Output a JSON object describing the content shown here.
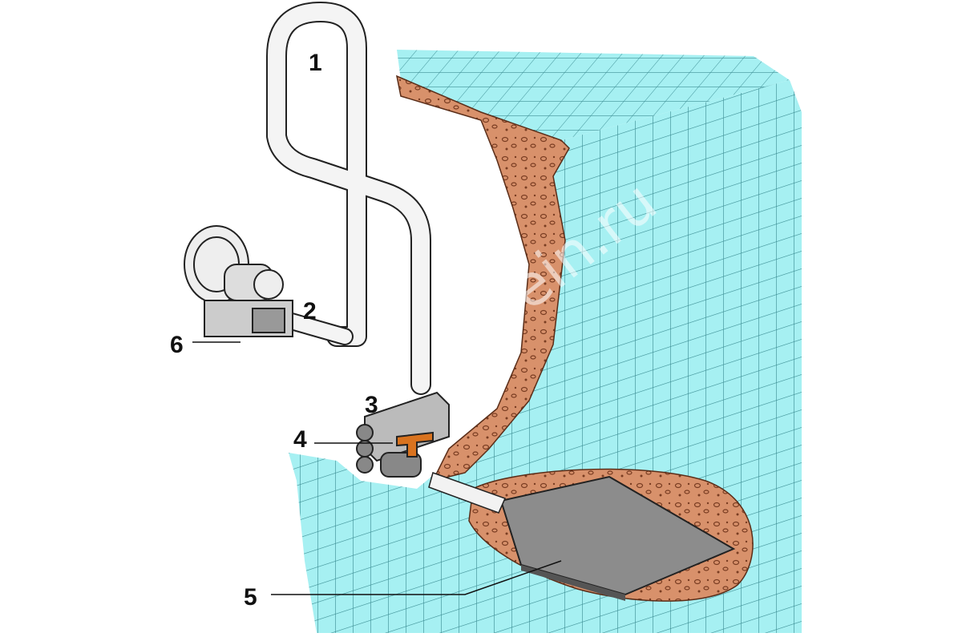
{
  "diagram": {
    "labels": {
      "pipe": "1",
      "connector": "2",
      "valve_box": "3",
      "valve_handle": "4",
      "air_plate": "5",
      "blower": "6"
    },
    "watermark": "ein.ru",
    "colors": {
      "water": "#a6f0f2",
      "grid": "#3a8c92",
      "concrete": "#d8916b",
      "pebble": "#7a3d22",
      "pipe": "#f2f2f2",
      "plate": "#8c8c8c",
      "handle": "#d9731f"
    }
  }
}
